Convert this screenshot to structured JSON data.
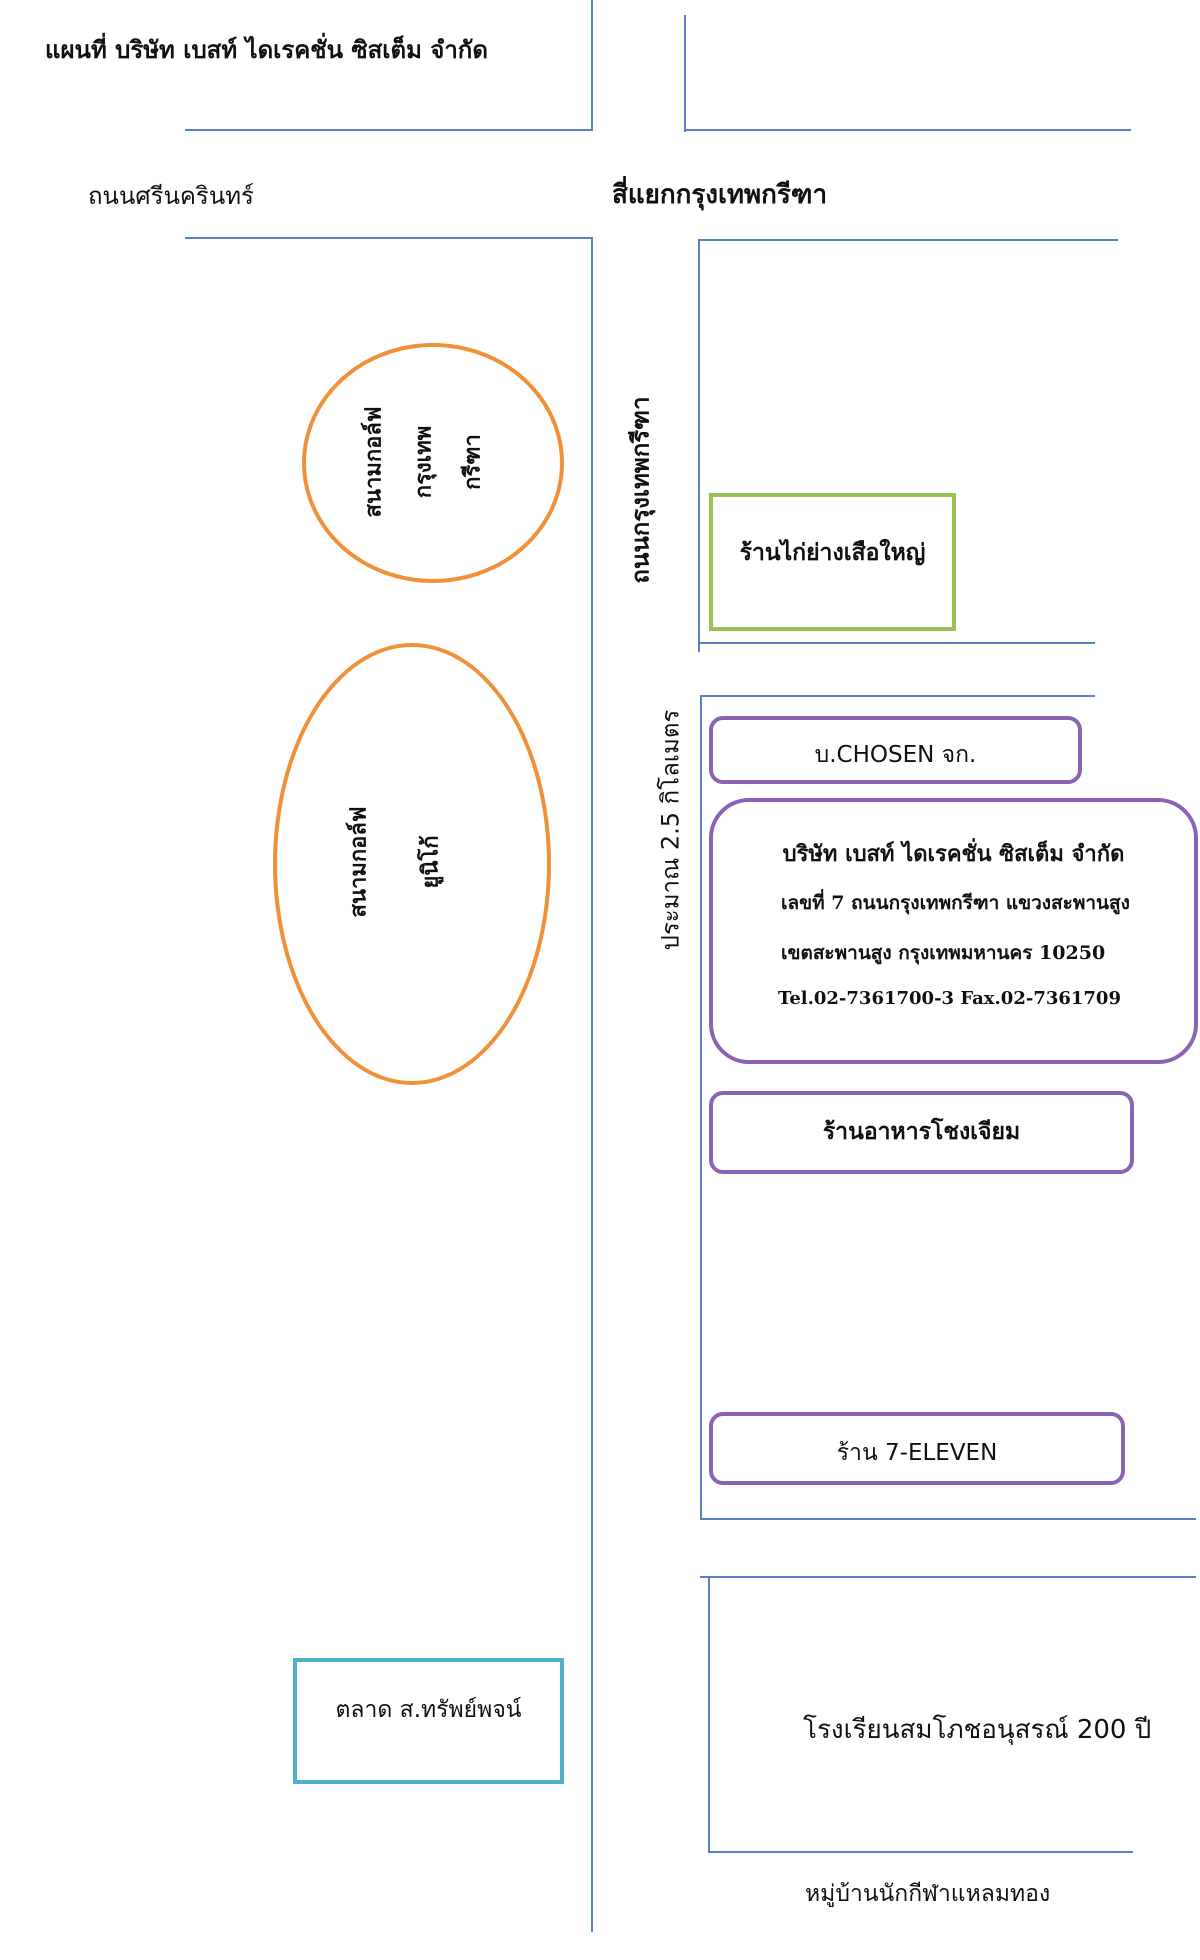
{
  "title": "แผนที่ บริษัท เบสท์ ไดเรคชั่น ซิสเต็ม จำกัด",
  "roads": {
    "srinakarin": "ถนนศรีนครินทร์",
    "junction": "สี่แยกกรุงเทพกรีฑา",
    "krungthep_kreetha": "ถนนกรุงเทพกรีฑา",
    "distance": "ประมาณ 2.5 กิโลเมตร"
  },
  "landmarks": {
    "golf_kreetha": [
      "สนามกอล์ฟ",
      "กรุงเทพ",
      "กรีฑา"
    ],
    "golf_unico": [
      "สนามกอล์ฟ",
      "ยูนิโก้"
    ],
    "kai_yang": "ร้านไก่ย่างเสือใหญ่",
    "chosen": "บ.CHOSEN จก.",
    "restaurant": "ร้านอาหารโชงเจียม",
    "seven_eleven": "ร้าน 7-ELEVEN",
    "market": "ตลาด ส.ทรัพย์พจน์",
    "school": "โรงเรียนสมโภชอนุสรณ์ 200 ปี",
    "village": "หมู่บ้านนักกีฬาแหลมทอง"
  },
  "company": {
    "name": "บริษัท เบสท์ ไดเรคชั่น ซิสเต็ม จำกัด",
    "address1": "เลขที่  7  ถนนกรุงเทพกรีฑา แขวงสะพานสูง",
    "address2": "เขตสะพานสูง กรุงเทพมหานคร  10250",
    "contact": "Tel.02-7361700-3  Fax.02-7361709"
  },
  "colors": {
    "road_line": "#5b7fc4",
    "golf_ellipse": "#f0913a",
    "box_purple": "#8a63b5",
    "box_green": "#9bc058",
    "box_teal": "#4fb1c7"
  }
}
